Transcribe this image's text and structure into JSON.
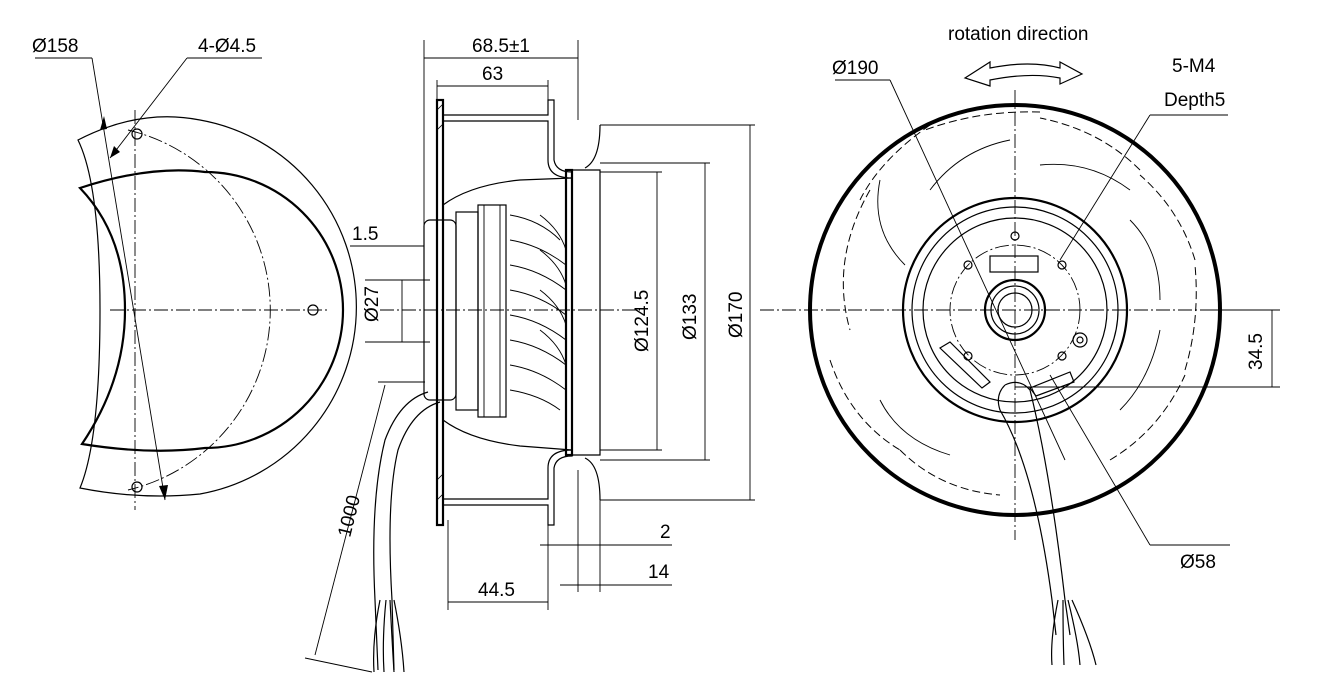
{
  "labels": {
    "dia158": "Ø158",
    "holes": "4-Ø4.5",
    "overall_depth": "68.5±1",
    "depth63": "63",
    "t15": "1.5",
    "dia27": "Ø27",
    "dia1245": "Ø124.5",
    "dia133": "Ø133",
    "dia170": "Ø170",
    "d2": "2",
    "d14": "14",
    "d445": "44.5",
    "cable": "1000",
    "rotation": "rotation direction",
    "dia190": "Ø190",
    "threads": "5-M4",
    "depth5": "Depth5",
    "d345": "34.5",
    "dia58": "Ø58"
  }
}
